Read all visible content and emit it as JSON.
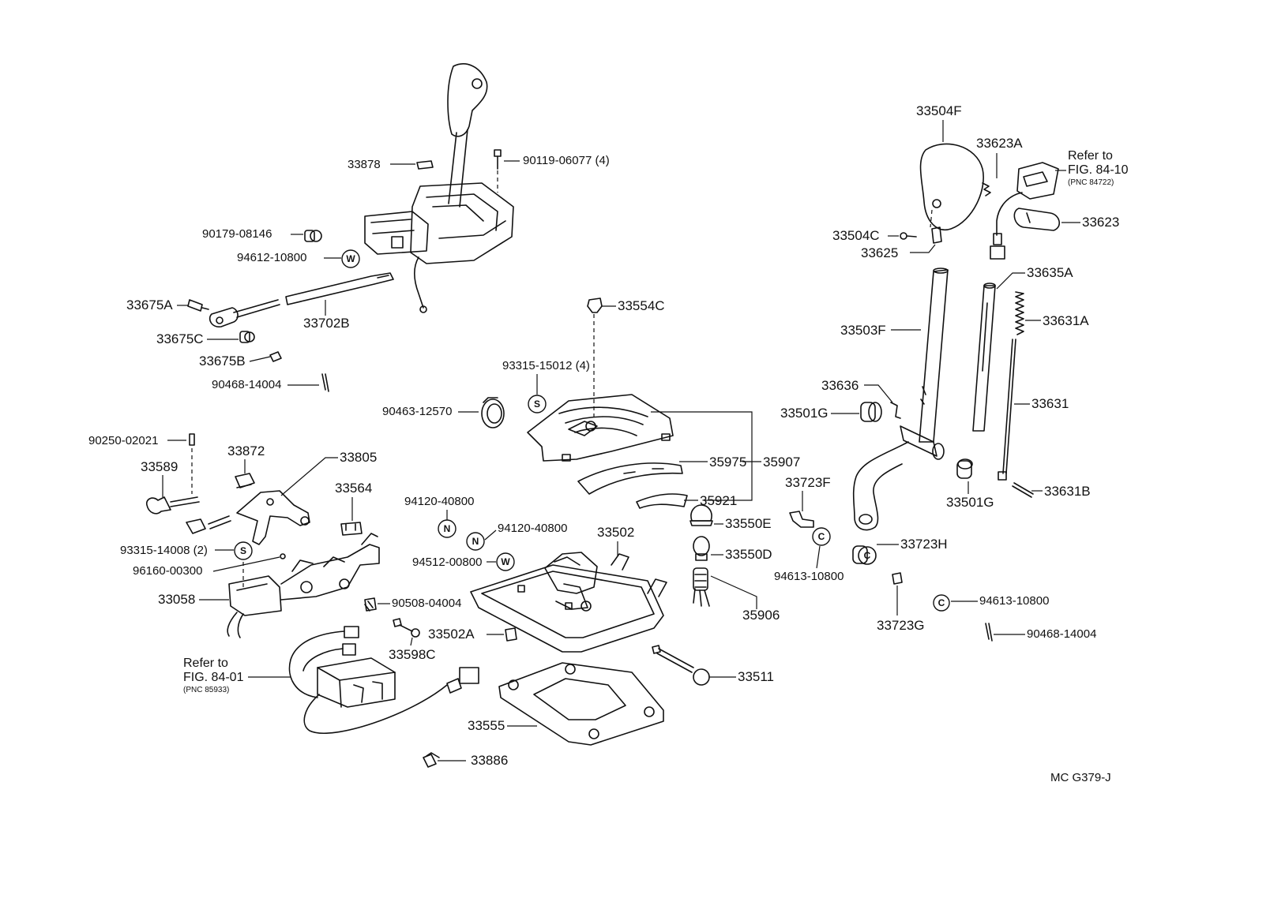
{
  "footer_code": "MC G379-J",
  "labels": {
    "p33878": "33878",
    "p90119": "90119-06077 (4)",
    "p90179": "90179-08146",
    "p94612": "94612-10800",
    "p33675A": "33675A",
    "p33702B": "33702B",
    "p33675C": "33675C",
    "p33675B": "33675B",
    "p90468a": "90468-14004",
    "p33554C": "33554C",
    "p93315_15012": "93315-15012 (4)",
    "p90463": "90463-12570",
    "p35975": "35975",
    "p35907": "35907",
    "p35921": "35921",
    "p90250": "90250-02021",
    "p33872": "33872",
    "p33805": "33805",
    "p33589": "33589",
    "p33564": "33564",
    "p94120a": "94120-40800",
    "p94120b": "94120-40800",
    "p94512": "94512-00800",
    "p93315_14008": "93315-14008 (2)",
    "p96160": "96160-00300",
    "p33058": "33058",
    "p90508": "90508-04004",
    "p33502": "33502",
    "p33502A": "33502A",
    "p33598C": "33598C",
    "p33555": "33555",
    "p33886": "33886",
    "p33511": "33511",
    "p33550E": "33550E",
    "p33550D": "33550D",
    "p35906": "35906",
    "p33723F": "33723F",
    "p94613a": "94613-10800",
    "p33723H": "33723H",
    "p33723G": "33723G",
    "p94613b": "94613-10800",
    "p90468b": "90468-14004",
    "p33504F": "33504F",
    "p33623A": "33623A",
    "p33623": "33623",
    "p33504C": "33504C",
    "p33625": "33625",
    "p33635A": "33635A",
    "p33631A": "33631A",
    "p33503F": "33503F",
    "p33636": "33636",
    "p33501G_a": "33501G",
    "p33631": "33631",
    "p33501G_b": "33501G",
    "p33631B": "33631B"
  },
  "refs": {
    "right": {
      "line1": "Refer to",
      "line2": "FIG. 84-10",
      "pnc": "(PNC 84722)"
    },
    "left": {
      "line1": "Refer to",
      "line2": "FIG. 84-01",
      "pnc": "(PNC 85933)"
    }
  },
  "symbols": {
    "w1": "W",
    "w2": "W",
    "s1": "S",
    "s2": "S",
    "n1": "N",
    "n2": "N",
    "c1": "C",
    "c2": "C",
    "c3": "C"
  }
}
